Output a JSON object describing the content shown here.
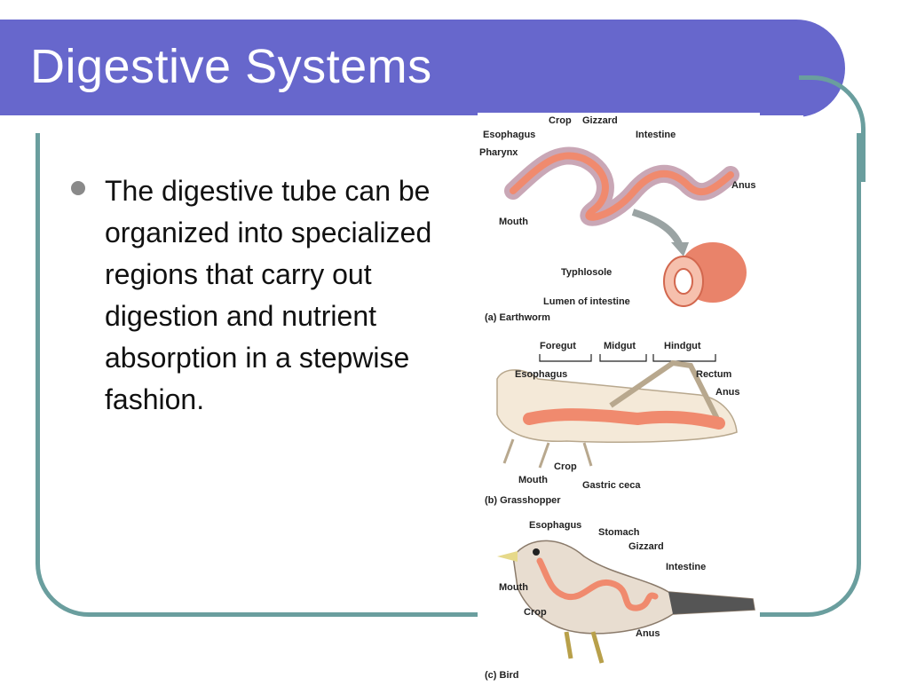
{
  "slide": {
    "title": "Digestive Systems",
    "bullets": [
      "The digestive tube can be organized into specialized regions that carry out digestion and nutrient absorption in a stepwise fashion."
    ]
  },
  "figure": {
    "earthworm": {
      "labels": {
        "esophagus": "Esophagus",
        "crop": "Crop",
        "gizzard": "Gizzard",
        "intestine": "Intestine",
        "pharynx": "Pharynx",
        "anus": "Anus",
        "mouth": "Mouth",
        "typhlosole": "Typhlosole",
        "lumen": "Lumen of intestine"
      },
      "caption": "(a) Earthworm"
    },
    "grasshopper": {
      "labels": {
        "foregut": "Foregut",
        "midgut": "Midgut",
        "hindgut": "Hindgut",
        "esophagus": "Esophagus",
        "rectum": "Rectum",
        "anus": "Anus",
        "crop": "Crop",
        "mouth": "Mouth",
        "gastric_ceca": "Gastric ceca"
      },
      "caption": "(b) Grasshopper"
    },
    "bird": {
      "labels": {
        "esophagus": "Esophagus",
        "stomach": "Stomach",
        "gizzard": "Gizzard",
        "intestine": "Intestine",
        "mouth": "Mouth",
        "crop": "Crop",
        "anus": "Anus"
      },
      "caption": "(c) Bird"
    }
  },
  "colors": {
    "title_bar": "#6767cc",
    "frame": "#6a9e9e",
    "gut": "#f08a6e",
    "body": "#f4e9d8"
  }
}
